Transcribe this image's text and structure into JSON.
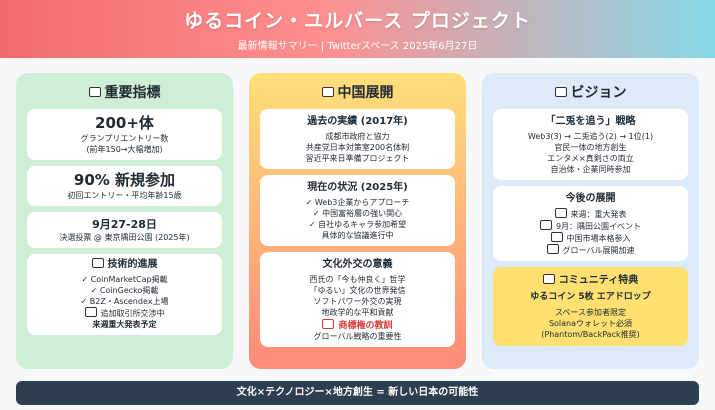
{
  "header": {
    "title": "ゆるコイン・ユルバース プロジェクト",
    "subtitle": "最新情報サマリー | Twitterスペース 2025年6月27日"
  },
  "panel1": {
    "title": "重要指標",
    "icon": "chart-icon",
    "card1": {
      "big": "200+体",
      "line1": "グランプリエントリー数",
      "line2": "(前年150→大幅増加)"
    },
    "card2": {
      "big": "90% 新規参加",
      "line1": "初回エントリー・平均年齢15歳"
    },
    "card3": {
      "mid": "9月27-28日",
      "line1": "決選投票 @ 東京隅田公園 (2025年)"
    },
    "tech": {
      "title": "技術的進展",
      "items": [
        "CoinMarketCap掲載",
        "CoinGecko掲載",
        "B2Z・Ascendex上場",
        "追加取引所交渉中"
      ],
      "note": "来週重大発表予定"
    }
  },
  "panel2": {
    "title": "中国展開",
    "card1": {
      "title": "過去の実績 (2017年)",
      "lines": [
        "成都市政府と協力",
        "共産党日本対策室200名体制",
        "習近平来日準備プロジェクト"
      ]
    },
    "card2": {
      "title": "現在の状況 (2025年)",
      "lines": [
        "Web3企業からアプローチ",
        "中国富裕層の強い関心",
        "自社ゆるキャラ参加希望",
        "具体的な協議進行中"
      ]
    },
    "card3": {
      "title": "文化外交の意義",
      "lines": [
        "西氏の「今も仲良く」哲学",
        "「ゆるい」文化の世界発信",
        "ソフトパワー外交の実現",
        "地政学的な平和貢献"
      ],
      "warn": "商標権の教訓",
      "note": "グローバル戦略の重要性"
    }
  },
  "panel3": {
    "title": "ビジョン",
    "card1": {
      "title": "「二兎を追う」戦略",
      "lines": [
        "Web3(3) → 二兎追う(2) → 1位(1)",
        "官民一体の地方創生",
        "エンタメ×真剣さの両立",
        "自治体・企業同時参加"
      ]
    },
    "card2": {
      "title": "今後の展開",
      "lines": [
        "来週：重大発表",
        "9月：隅田公園イベント",
        "中国市場本格参入",
        "グローバル展開加速"
      ]
    },
    "card3": {
      "title": "コミュニティ特典",
      "sub": "ゆるコイン 5枚 エアドロップ",
      "lines": [
        "スペース参加者限定",
        "Solanaウォレット必須",
        "(Phantom/BackPack推奨)"
      ]
    }
  },
  "footer": {
    "text": "文化×テクノロジー×地方創生 = 新しい日本の可能性"
  },
  "colors": {
    "header_left": "#f06b6b",
    "header_right": "#86d8e8",
    "panel1": "#cfeed6",
    "panel3": "#dcebf7",
    "footer": "#2c3e50",
    "warning": "#d63a3a"
  }
}
